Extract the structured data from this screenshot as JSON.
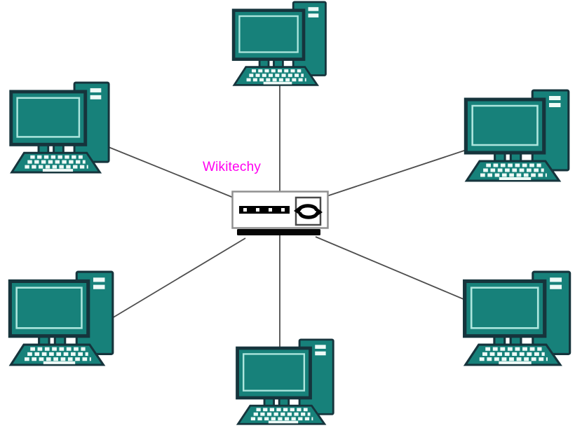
{
  "watermark": {
    "text": "Wikitechy"
  },
  "colors": {
    "canvas": "#ffffff",
    "node-fill": "#17817a",
    "node-outline": "#16343c",
    "screen-line": "#aee6de",
    "key-color": "#eefaf7",
    "link": "#4d4d4d",
    "hub-body": "#ffffff",
    "hub-border": "#909090",
    "hub-panel": "#000000",
    "hub-shadow": "#060606",
    "watermark-color": "#ff00f0"
  },
  "diagram": {
    "type": "star-topology",
    "hub": {
      "name": "central-hub-switch",
      "indicator_dots": 4,
      "port_icon": "cycle-arrows-icon"
    },
    "nodes": [
      {
        "id": "computer-top"
      },
      {
        "id": "computer-upper-left"
      },
      {
        "id": "computer-upper-right"
      },
      {
        "id": "computer-lower-left"
      },
      {
        "id": "computer-lower-right"
      },
      {
        "id": "computer-bottom"
      }
    ],
    "links": [
      {
        "from": "central-hub-switch",
        "to": "computer-top"
      },
      {
        "from": "central-hub-switch",
        "to": "computer-upper-left"
      },
      {
        "from": "central-hub-switch",
        "to": "computer-upper-right"
      },
      {
        "from": "central-hub-switch",
        "to": "computer-lower-left"
      },
      {
        "from": "central-hub-switch",
        "to": "computer-lower-right"
      },
      {
        "from": "central-hub-switch",
        "to": "computer-bottom"
      }
    ]
  }
}
